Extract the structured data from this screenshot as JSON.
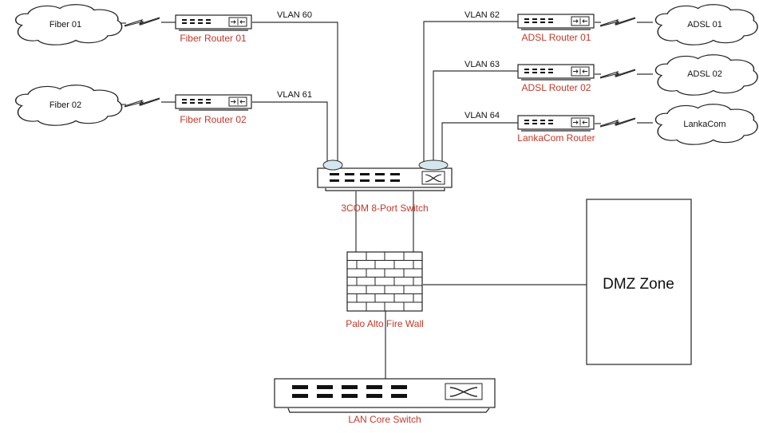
{
  "diagram": {
    "title": "Network Topology",
    "colors": {
      "device_label": "#c0392b",
      "text": "#111111",
      "line": "#333333",
      "vlan_port": "#d6e6ee"
    },
    "clouds": [
      {
        "id": "fiber01",
        "label": "Fiber 01"
      },
      {
        "id": "fiber02",
        "label": "Fiber 02"
      },
      {
        "id": "adsl01",
        "label": "ADSL 01"
      },
      {
        "id": "adsl02",
        "label": "ADSL 02"
      },
      {
        "id": "lankacom",
        "label": "LankaCom"
      }
    ],
    "routers": [
      {
        "id": "fr01",
        "label": "Fiber Router 01",
        "vlan": "VLAN 60",
        "icon": "router-icon"
      },
      {
        "id": "fr02",
        "label": "Fiber Router 02",
        "vlan": "VLAN 61",
        "icon": "router-icon"
      },
      {
        "id": "ar01",
        "label": "ADSL Router 01",
        "vlan": "VLAN 62",
        "icon": "router-icon"
      },
      {
        "id": "ar02",
        "label": "ADSL Router 02",
        "vlan": "VLAN 63",
        "icon": "router-icon"
      },
      {
        "id": "lr",
        "label": "LankaCom Router",
        "vlan": "VLAN 64",
        "icon": "router-icon"
      }
    ],
    "switch": {
      "label": "3COM 8-Port Switch",
      "icon": "switch-icon"
    },
    "firewall": {
      "label": "Palo Alto Fire Wall",
      "icon": "firewall-icon"
    },
    "core_switch": {
      "label": "LAN Core Switch",
      "icon": "switch-icon"
    },
    "dmz": {
      "label": "DMZ Zone"
    },
    "links": [
      {
        "from": "fiber01",
        "to": "fr01",
        "type": "wan-serial"
      },
      {
        "from": "fiber02",
        "to": "fr02",
        "type": "wan-serial"
      },
      {
        "from": "adsl01",
        "to": "ar01",
        "type": "wan-serial"
      },
      {
        "from": "adsl02",
        "to": "ar02",
        "type": "wan-serial"
      },
      {
        "from": "lankacom",
        "to": "lr",
        "type": "wan-serial"
      },
      {
        "from": "fr01",
        "to": "switch",
        "label": "VLAN 60"
      },
      {
        "from": "fr02",
        "to": "switch",
        "label": "VLAN 61"
      },
      {
        "from": "ar01",
        "to": "switch",
        "label": "VLAN 62"
      },
      {
        "from": "ar02",
        "to": "switch",
        "label": "VLAN 63"
      },
      {
        "from": "lr",
        "to": "switch",
        "label": "VLAN 64"
      },
      {
        "from": "switch",
        "to": "firewall"
      },
      {
        "from": "firewall",
        "to": "dmz"
      },
      {
        "from": "firewall",
        "to": "core_switch"
      }
    ]
  }
}
